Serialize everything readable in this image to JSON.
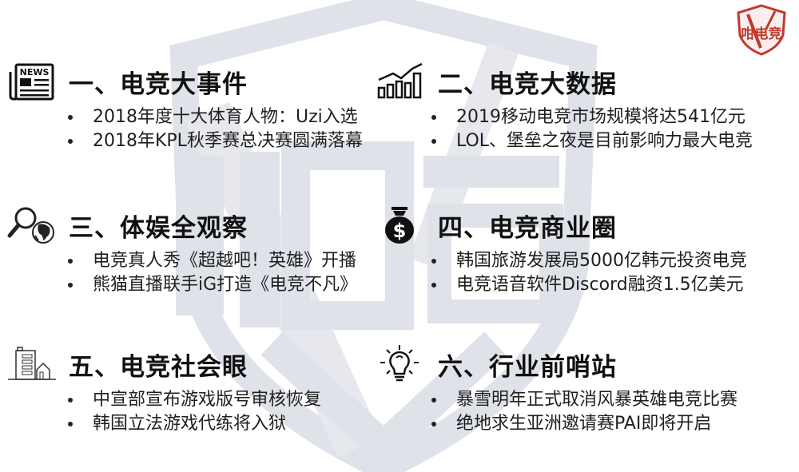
{
  "brand": {
    "logo_text": "咁电竞",
    "watermark_text": "咁电竞",
    "logo_color": "#c0392b",
    "watermark_color": "#dfe2e8"
  },
  "sections": [
    {
      "icon": "newspaper-icon",
      "icon_text": "NEWS",
      "title": "一、电竞大事件",
      "items": [
        "2018年度十大体育人物：Uzi入选",
        "2018年KPL秋季赛总决赛圆满落幕"
      ]
    },
    {
      "icon": "chart-growth-icon",
      "title": "二、电竞大数据",
      "items": [
        "2019移动电竞市场规模将达541亿元",
        "LOL、堡垒之夜是目前影响力最大电竞"
      ]
    },
    {
      "icon": "magnifier-globe-icon",
      "title": "三、体娱全观察",
      "items": [
        "电竞真人秀《超越吧！英雄》开播",
        "熊猫直播联手iG打造《电竞不凡》"
      ]
    },
    {
      "icon": "money-bag-icon",
      "icon_text": "$",
      "title": "四、电竞商业圈",
      "items": [
        "韩国旅游发展局5000亿韩元投资电竞",
        "电竞语音软件Discord融资1.5亿美元"
      ]
    },
    {
      "icon": "buildings-icon",
      "title": "五、电竞社会眼",
      "items": [
        "中宣部宣布游戏版号审核恢复",
        "韩国立法游戏代练将入狱"
      ]
    },
    {
      "icon": "lightbulb-icon",
      "title": "六、行业前哨站",
      "items": [
        "暴雪明年正式取消风暴英雄电竞比赛",
        "绝地求生亚洲邀请赛PAI即将开启"
      ]
    }
  ]
}
